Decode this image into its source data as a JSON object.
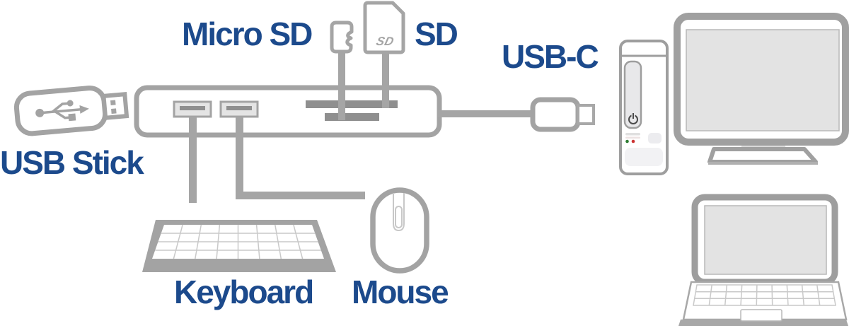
{
  "labels": {
    "micro_sd": "Micro SD",
    "sd": "SD",
    "usb_c": "USB-C",
    "usb_stick": "USB Stick",
    "keyboard": "Keyboard",
    "mouse": "Mouse"
  },
  "sd_card": {
    "logo": "SD"
  },
  "colors": {
    "label-blue": "#1c4a8c",
    "icon-gray": "#a3a3a3",
    "icon-gray-dark": "#8f8f8f",
    "cable-gray": "#a5a5a5",
    "screen-fill": "#e3e3e3",
    "led-green": "#2e7d32",
    "led-red": "#cc3333"
  },
  "icons": [
    "usb-stick-icon",
    "hub-icon",
    "micro-sd-card-icon",
    "sd-card-icon",
    "usb-c-plug-icon",
    "desktop-tower-icon",
    "monitor-icon",
    "laptop-icon",
    "keyboard-icon",
    "mouse-icon"
  ]
}
